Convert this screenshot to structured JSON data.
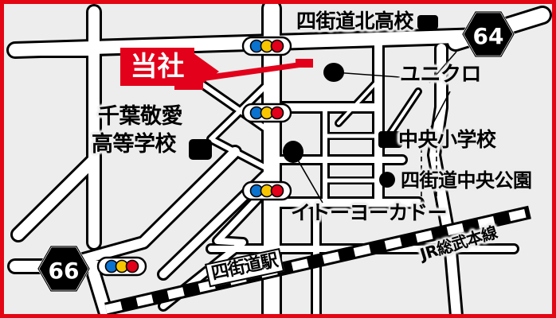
{
  "map": {
    "title_label": "当社",
    "border_color": "#e30613",
    "background_color": "#ededed",
    "road_fill": "#ffffff",
    "road_stroke": "#000000",
    "highlight_color": "#e2001a",
    "labels": {
      "kita_high_school": "四街道北高校",
      "uniqlo": "ユニクロ",
      "keiai_line1": "千葉敬愛",
      "keiai_line2": "高等学校",
      "chuo_elementary": "中央小学校",
      "chuo_park": "四街道中央公園",
      "ito_yokado": "イトーヨーカドー",
      "jr_line": "JR総武本線",
      "station": "四街道駅"
    },
    "route_shields": [
      {
        "id": "route-64",
        "number": "64"
      },
      {
        "id": "route-66",
        "number": "66"
      }
    ],
    "traffic_signals": {
      "count": 4,
      "lamp_colors": [
        "#0a72cf",
        "#f7c600",
        "#e2001a"
      ]
    },
    "markers": {
      "our_company": {
        "shape": "rect",
        "color": "#e2001a"
      },
      "uniqlo": {
        "shape": "circle",
        "color": "#000000"
      },
      "ito_yokado": {
        "shape": "circle",
        "color": "#000000"
      },
      "chuo_park": {
        "shape": "circle",
        "color": "#000000"
      },
      "kita_high_school": {
        "shape": "rounded-rect",
        "color": "#000000"
      },
      "keiai_high_school": {
        "shape": "rounded-rect",
        "color": "#000000"
      },
      "chuo_elementary": {
        "shape": "rounded-rect",
        "color": "#000000"
      }
    },
    "railway": {
      "name": "JR総武本線",
      "style": "black-white-dashed-band"
    }
  }
}
